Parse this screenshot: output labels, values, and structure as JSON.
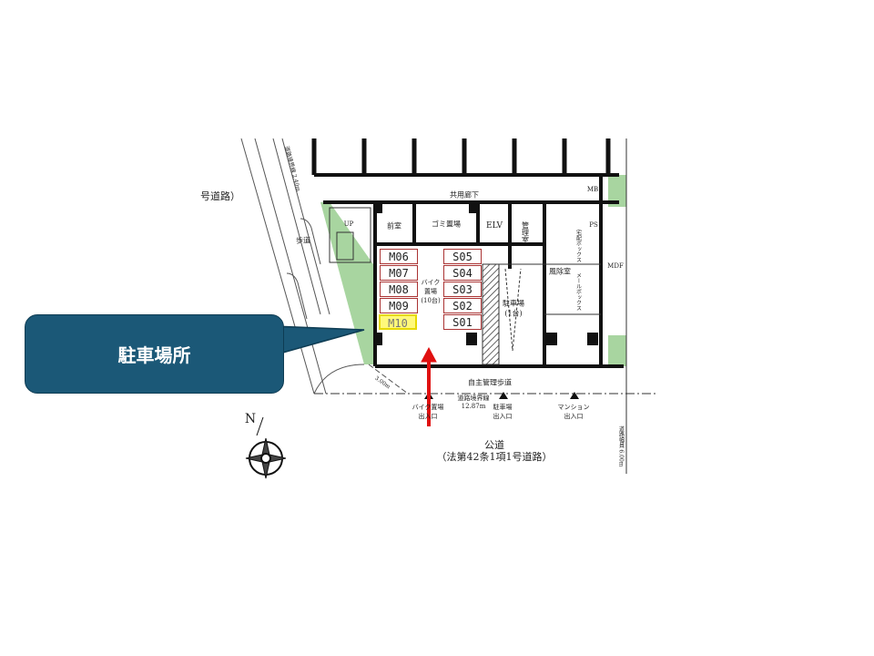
{
  "callout": {
    "label": "駐車場所",
    "color": "#1b5877"
  },
  "plan": {
    "left_road": "号道路）",
    "sidewalk": "歩道",
    "road_width_left": "道路境界線 2.40m",
    "corridor": "共用廊下",
    "mb": "MB",
    "ps": "PS",
    "mdf": "MDF",
    "up": "UP",
    "antechamber": "前室",
    "garbage": "ゴミ置場",
    "elv": "ELV",
    "management": "管理室",
    "windbreak": "風除室",
    "home_box": "宅配ボックス",
    "mail_box": "メールボックス",
    "bike_area": "バイク置場(10台)",
    "parking": "駐車場",
    "parking_count": "(1台)",
    "self_walkway": "自主管理歩道",
    "corner": "3.00m",
    "boundary": "道路境界線",
    "boundary_len": "12.87m",
    "bike_entrance": [
      "バイク置場",
      "出入口"
    ],
    "parking_entrance": [
      "駐車場",
      "出入口"
    ],
    "mansion_entrance": [
      "マンション",
      "出入口"
    ],
    "public_road": "公道",
    "public_road_note": "（法第42条1項1号道路）",
    "road_width_right": "道路幅員 6.00m",
    "highlight_color": "#fff97a",
    "arrow_color": "#e01010"
  },
  "slots_m": [
    "M06",
    "M07",
    "M08",
    "M09",
    "M10"
  ],
  "slots_s": [
    "S05",
    "S04",
    "S03",
    "S02",
    "S01"
  ],
  "highlighted_slot": "M10"
}
